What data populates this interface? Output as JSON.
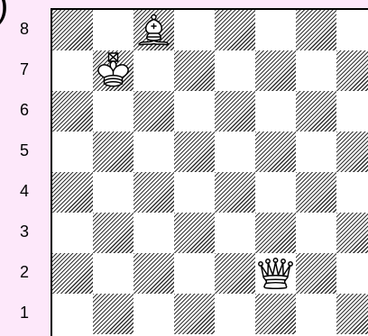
{
  "corner_glyph": ")",
  "ranks": [
    "8",
    "7",
    "6",
    "5",
    "4",
    "3",
    "2",
    "1"
  ],
  "pieces": [
    {
      "type": "bishop",
      "color": "white",
      "square": "c8"
    },
    {
      "type": "king",
      "color": "white",
      "square": "b7"
    },
    {
      "type": "queen",
      "color": "white",
      "square": "f2"
    }
  ]
}
